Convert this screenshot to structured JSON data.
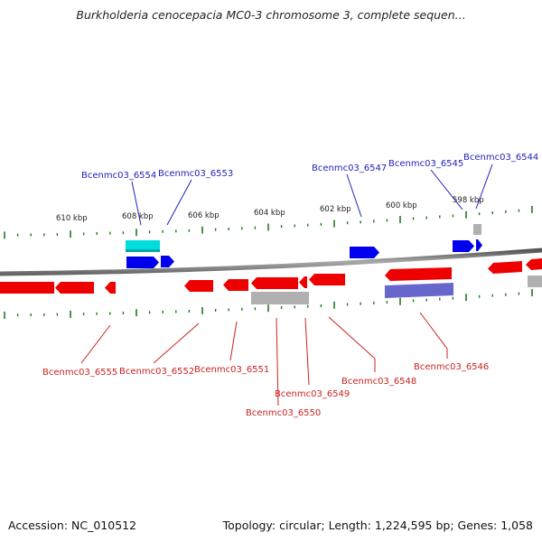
{
  "title": "Burkholderia cenocepacia MC0-3 chromosome 3, complete sequen...",
  "footer": {
    "accession": "Accession: NC_010512",
    "summary": "Topology: circular; Length: 1,224,595 bp; Genes: 1,058"
  },
  "colors": {
    "forward_strand": "#0000ee",
    "reverse_strand": "#ee0000",
    "forward_label": "#2222bb",
    "reverse_label": "#cc2222",
    "backbone": "#808080",
    "tick": "#227722",
    "cyan_feature": "#00dddd",
    "gray_feature": "#b0b0b0",
    "purple_feature": "#6666cc"
  },
  "scale_labels": [
    "610 kbp",
    "608 kbp",
    "606 kbp",
    "604 kbp",
    "602 kbp",
    "600 kbp",
    "598 kbp"
  ],
  "forward_genes": [
    "Bcenmc03_6554",
    "Bcenmc03_6553",
    "Bcenmc03_6547",
    "Bcenmc03_6545",
    "Bcenmc03_6544"
  ],
  "reverse_genes": [
    "Bcenmc03_6555",
    "Bcenmc03_6552",
    "Bcenmc03_6551",
    "Bcenmc03_6549",
    "Bcenmc03_6550",
    "Bcenmc03_6548",
    "Bcenmc03_6546"
  ]
}
